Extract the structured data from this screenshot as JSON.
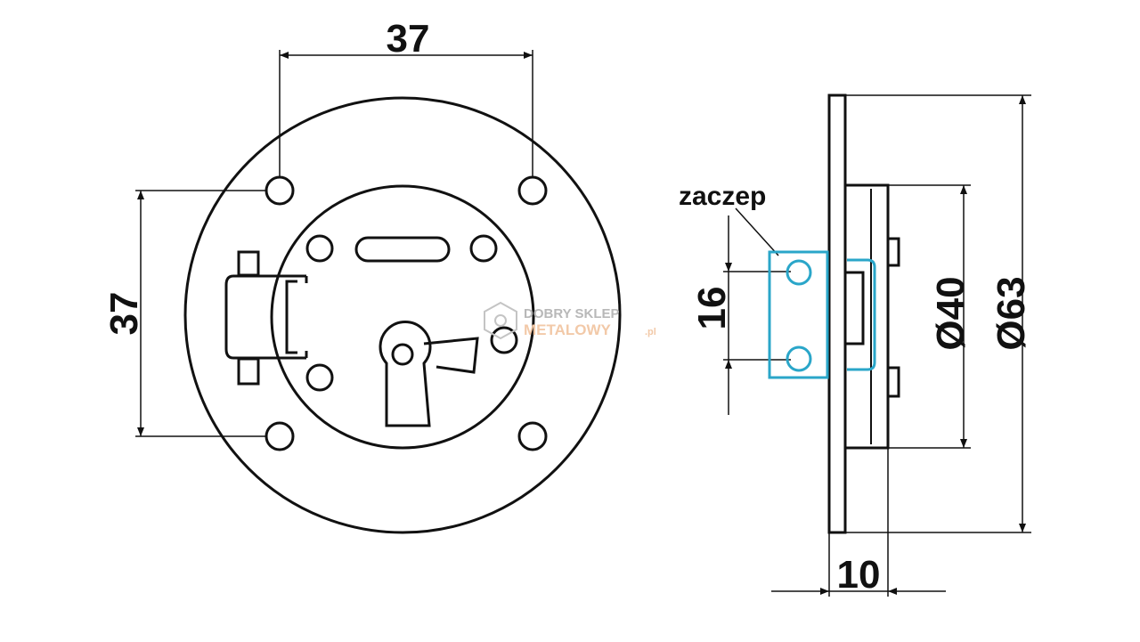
{
  "front_view": {
    "dim_width": "37",
    "dim_height": "37"
  },
  "side_view": {
    "label_zaczep": "zaczep",
    "dim_16": "16",
    "dim_d40": "Ø40",
    "dim_d63": "Ø63",
    "dim_10": "10"
  },
  "watermark": {
    "line1": "DOBRY SKLEP",
    "line2": "METALOWY",
    "suffix": ".pl"
  },
  "colors": {
    "line": "#111111",
    "highlight": "#2aa6c9",
    "watermark_gray": "#b8b8b8",
    "watermark_orange": "#f2c9a8"
  }
}
